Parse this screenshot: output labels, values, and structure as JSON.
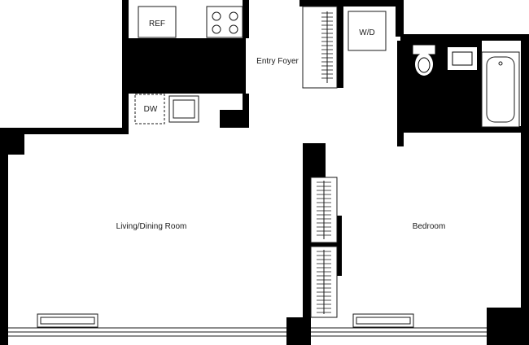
{
  "plan": {
    "rooms": {
      "living": "Living/Dining Room",
      "bedroom": "Bedroom",
      "foyer": "Entry Foyer"
    },
    "appliances": {
      "refrigerator": "REF",
      "dishwasher": "DW",
      "washer_dryer": "W/D"
    },
    "colors": {
      "wall": "#000000",
      "fixture_line": "#1a1a1a",
      "background": "#ffffff"
    }
  }
}
